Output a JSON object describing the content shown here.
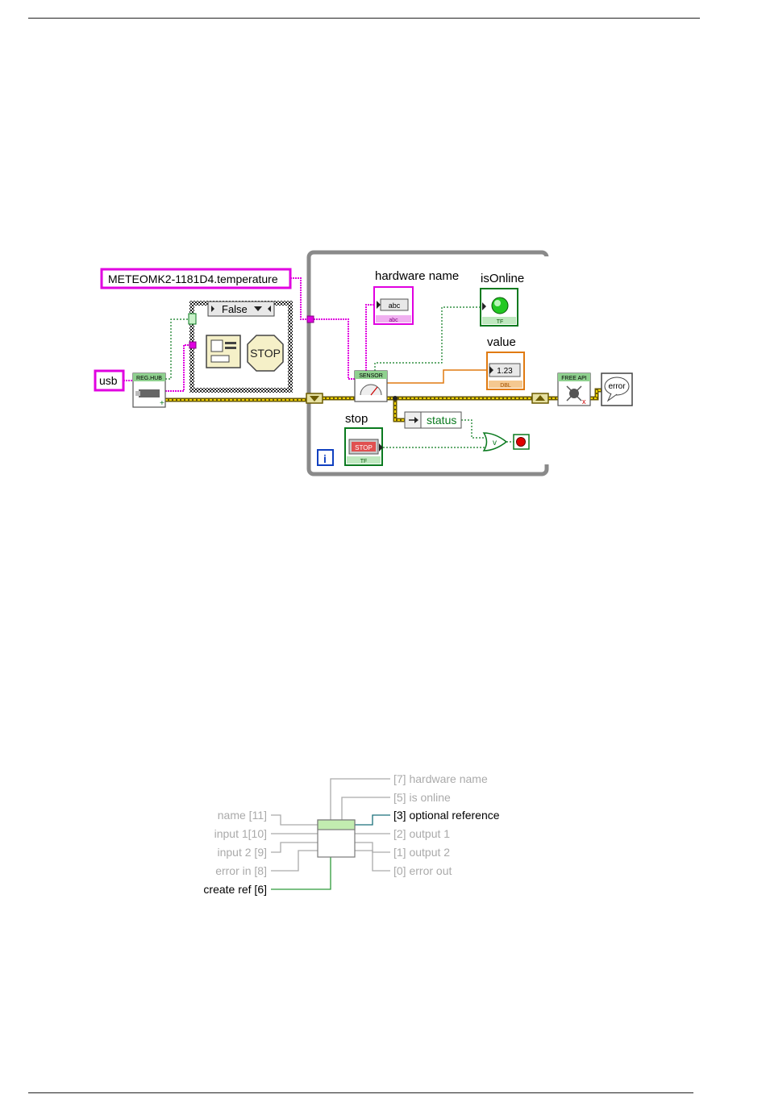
{
  "diagram": {
    "const_name": "METEOMK2-1181D4.temperature",
    "usb_const": "usb",
    "case_selector": "False",
    "reghub_label": "REG.HUB",
    "sensor_label": "SENSOR",
    "freeapi_label": "FREE API",
    "error_label": "error",
    "stop_icon_text": "STOP",
    "hardware_name_label": "hardware name",
    "is_online_label": "isOnline",
    "value_label": "value",
    "stop_label": "stop",
    "status_label": "status",
    "loop_index": "i",
    "abc_text": "abc",
    "tf_text": "TF",
    "dbl_text": "DBL",
    "num_text": "1.23",
    "stop_button_text": "STOP",
    "or_text": "v"
  },
  "connector": {
    "left": [
      {
        "label": "name [11]",
        "active": false
      },
      {
        "label": "input 1[10]",
        "active": false
      },
      {
        "label": "input 2 [9]",
        "active": false
      },
      {
        "label": "error in [8]",
        "active": false
      },
      {
        "label": "create ref [6]",
        "active": true
      }
    ],
    "right": [
      {
        "label": "[7] hardware name",
        "active": false
      },
      {
        "label": "[5] is online",
        "active": false
      },
      {
        "label": "[3] optional reference",
        "active": true
      },
      {
        "label": "[2] output 1",
        "active": false
      },
      {
        "label": "[1] output 2",
        "active": false
      },
      {
        "label": "[0] error out",
        "active": false
      }
    ]
  }
}
